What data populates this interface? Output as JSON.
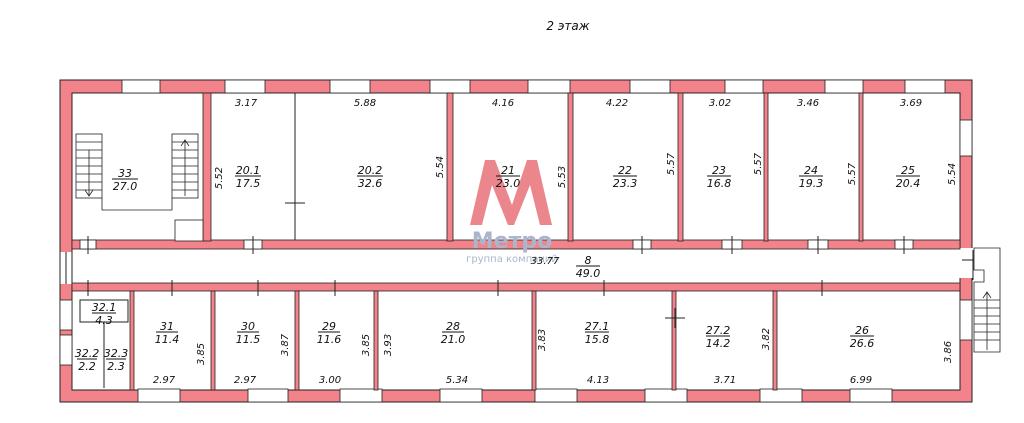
{
  "floor_title": "2 этаж",
  "watermark": {
    "brand": "Метро",
    "subtitle": "группа компаний",
    "color": "#e4535c"
  },
  "colors": {
    "wall": "#f2838a",
    "outline": "#222222"
  },
  "rooms": [
    {
      "id": "r33",
      "number": "33",
      "area": "27.0"
    },
    {
      "id": "r20_1",
      "number": "20.1",
      "area": "17.5"
    },
    {
      "id": "r20_2",
      "number": "20.2",
      "area": "32.6"
    },
    {
      "id": "r21",
      "number": "21",
      "area": "23.0"
    },
    {
      "id": "r22",
      "number": "22",
      "area": "23.3"
    },
    {
      "id": "r23",
      "number": "23",
      "area": "16.8"
    },
    {
      "id": "r24",
      "number": "24",
      "area": "19.3"
    },
    {
      "id": "r25",
      "number": "25",
      "area": "20.4"
    },
    {
      "id": "r8",
      "number": "8",
      "area": "49.0"
    },
    {
      "id": "r32_1",
      "number": "32.1",
      "area": "4.3"
    },
    {
      "id": "r32_2",
      "number": "32.2",
      "area": "2.2"
    },
    {
      "id": "r32_3",
      "number": "32.3",
      "area": "2.3"
    },
    {
      "id": "r31",
      "number": "31",
      "area": "11.4"
    },
    {
      "id": "r30",
      "number": "30",
      "area": "11.5"
    },
    {
      "id": "r29",
      "number": "29",
      "area": "11.6"
    },
    {
      "id": "r28",
      "number": "28",
      "area": "21.0"
    },
    {
      "id": "r27_1",
      "number": "27.1",
      "area": "15.8"
    },
    {
      "id": "r27_2",
      "number": "27.2",
      "area": "14.2"
    },
    {
      "id": "r26",
      "number": "26",
      "area": "26.6"
    }
  ],
  "dimensions": [
    "3.17",
    "5.88",
    "4.16",
    "4.22",
    "3.02",
    "3.46",
    "3.69",
    "5.52",
    "5.54",
    "5.53",
    "5.57",
    "5.57",
    "5.57",
    "5.54",
    "33.77",
    "3.85",
    "3.87",
    "3.85",
    "3.93",
    "3.83",
    "3.82",
    "3.86",
    "2.97",
    "2.97",
    "3.00",
    "5.34",
    "4.13",
    "3.71",
    "6.99"
  ]
}
